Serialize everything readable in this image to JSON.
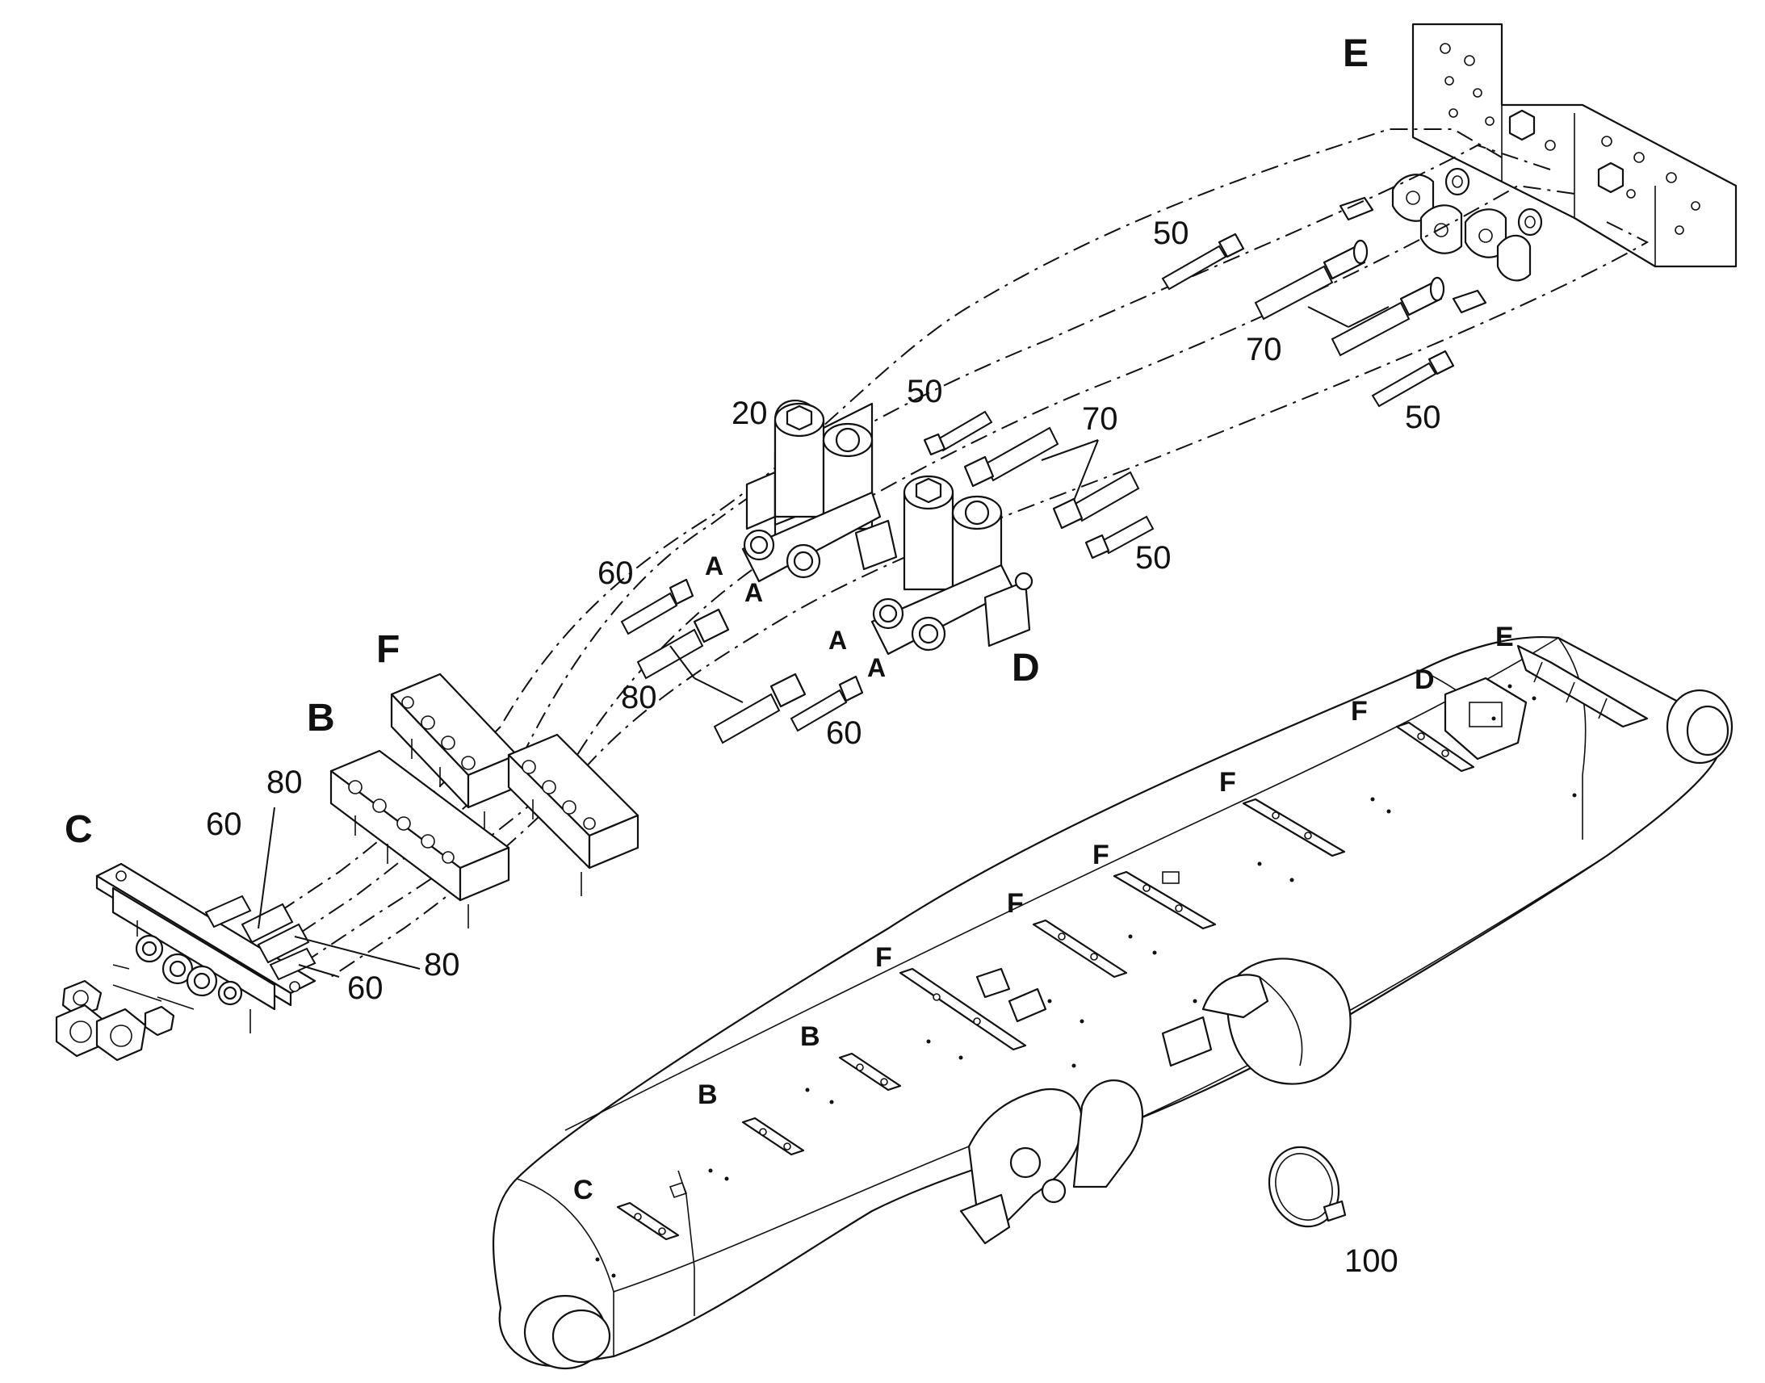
{
  "callouts": {
    "c20": "20",
    "c50a": "50",
    "c50b": "50",
    "c50c": "50",
    "c50d": "50",
    "c60a": "60",
    "c60b": "60",
    "c60c": "60",
    "c60d": "60",
    "c70a": "70",
    "c70b": "70",
    "c80a": "80",
    "c80b": "80",
    "c80c": "80",
    "c100": "100"
  },
  "view_letters": {
    "E_detail": "E",
    "F_detail": "F",
    "B_detail": "B",
    "C_detail": "C",
    "D_detail": "D"
  },
  "connection_marks": {
    "a1": "A",
    "a2": "A",
    "a3": "A",
    "a4": "A"
  },
  "boom_position_letters": {
    "e": "E",
    "d": "D",
    "f1": "F",
    "f2": "F",
    "f3": "F",
    "f4": "F",
    "f5": "F",
    "b1": "B",
    "b2": "B",
    "c": "C"
  }
}
